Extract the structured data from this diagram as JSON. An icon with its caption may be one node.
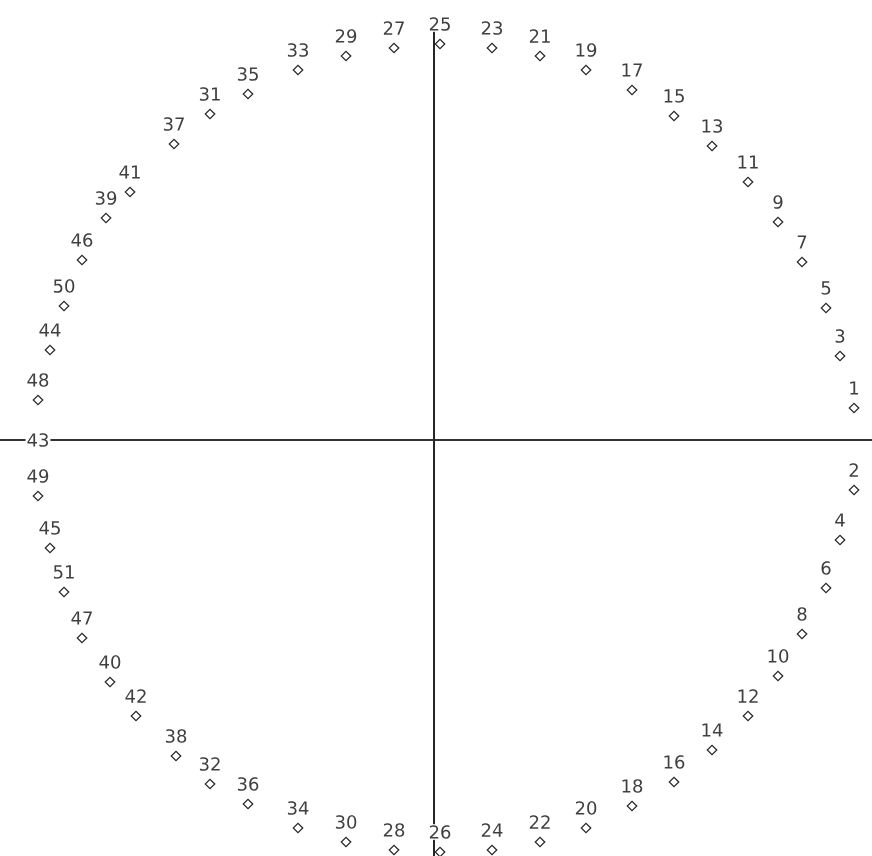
{
  "diagram": {
    "labels": [
      "25",
      "27",
      "23",
      "29",
      "21",
      "33",
      "19",
      "17",
      "35",
      "31",
      "15",
      "37",
      "13",
      "11",
      "41",
      "39",
      "9",
      "46",
      "7",
      "50",
      "5",
      "44",
      "3",
      "48",
      "1",
      "43",
      "2",
      "49",
      "4",
      "45",
      "6",
      "51",
      "8",
      "47",
      "10",
      "40",
      "12",
      "42",
      "14",
      "38",
      "16",
      "32",
      "36",
      "18",
      "34",
      "20",
      "30",
      "22",
      "28",
      "24",
      "26"
    ]
  }
}
